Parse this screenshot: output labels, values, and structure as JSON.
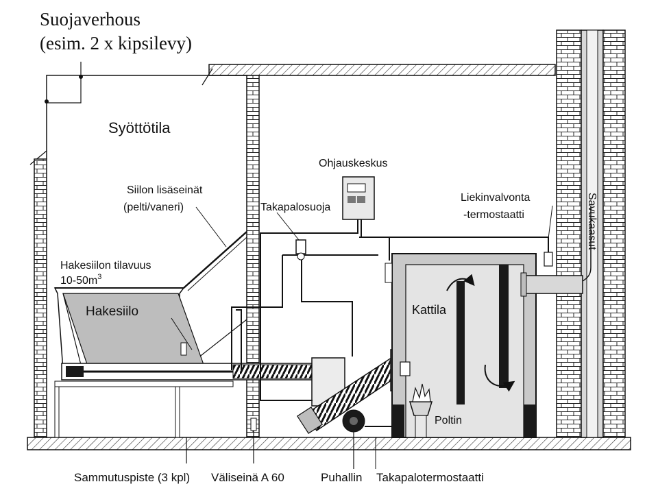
{
  "labels": {
    "suojaverhous": "Suojaverhous",
    "suojaverhous_sub": "(esim. 2 x kipsilevy)",
    "syottotila": "Syöttötila",
    "siilon_lisaseinat": "Siilon lisäseinät",
    "pelti_vaneri": "(pelti/vaneri)",
    "hakesiilon_tilavuus": "Hakesiilon tilavuus",
    "tilavuus_value": "10-50m",
    "tilavuus_exp": "3",
    "hakesiilo": "Hakesiilo",
    "ohjauskeskus": "Ohjauskeskus",
    "takapalosuoja": "Takapalosuoja",
    "liekinvalvonta": "Liekinvalvonta",
    "termostaatti": "-termostaatti",
    "savukaasut": "Savukaasut",
    "kattila": "Kattila",
    "poltin": "Poltin",
    "sammutuspiste": "Sammutuspiste (3 kpl)",
    "valiseina": "Väliseinä A 60",
    "puhallin": "Puhallin",
    "takapalotermostaatti": "Takapalotermostaatti"
  },
  "colors": {
    "line": "#111111",
    "wall_fill": "#ffffff",
    "boiler_fill": "#c9c9c9",
    "boiler_inner": "#e4e4e4",
    "flue_fill": "#d8d8d8",
    "dark": "#1a1a1a"
  }
}
